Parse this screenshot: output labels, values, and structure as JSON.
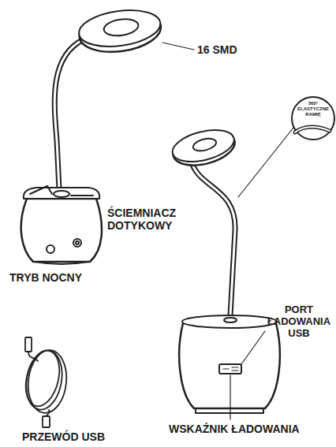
{
  "diagram": {
    "labels": [
      "16 SMD",
      "ŚCIEMNIACZ DOTYKOWY",
      "TRYB NOCNY",
      "360° ELASTYCZNE RAMIĘ",
      "PORT ŁADOWANIA USB",
      "WSKAŹNIK ŁADOWANIA",
      "PRZEWÓD USB"
    ]
  }
}
